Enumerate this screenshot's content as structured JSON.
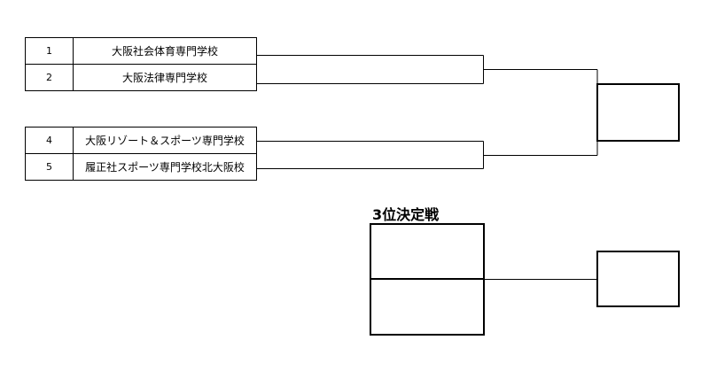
{
  "bracket": {
    "block_a": [
      {
        "seed": "1",
        "name": "大阪社会体育専門学校"
      },
      {
        "seed": "2",
        "name": "大阪法律専門学校"
      }
    ],
    "block_b": [
      {
        "seed": "4",
        "name": "大阪リゾート＆スポーツ専門学校"
      },
      {
        "seed": "5",
        "name": "履正社スポーツ専門学校北大阪校"
      }
    ]
  },
  "third_place": {
    "title": "3位決定戦"
  }
}
